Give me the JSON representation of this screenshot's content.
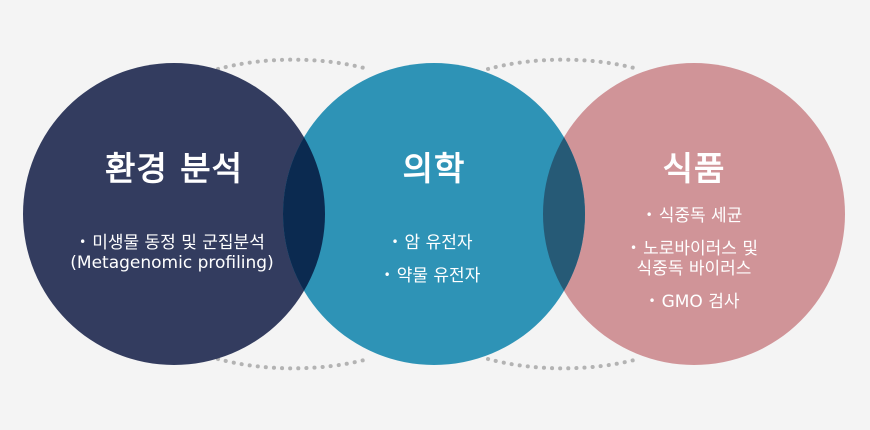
{
  "circles": [
    {
      "title": "환경 분석",
      "color": "#333c5f",
      "items": [
        {
          "lines": [
            "미생물 동정 및 군집분석",
            "(Metagenomic profiling)"
          ]
        }
      ]
    },
    {
      "title": "의학",
      "color": "#2e93b6",
      "items": [
        {
          "lines": [
            "암 유전자"
          ]
        },
        {
          "lines": [
            "약물 유전자"
          ]
        }
      ]
    },
    {
      "title": "식품",
      "color": "#d09498",
      "items": [
        {
          "lines": [
            "식중독 세균"
          ]
        },
        {
          "lines": [
            "노로바이러스 및",
            "식중독 바이러스"
          ]
        },
        {
          "lines": [
            "GMO 검사"
          ]
        }
      ]
    }
  ],
  "overlap_colors": {
    "left": "#0b2a50",
    "right": "#265a76"
  },
  "bullet_glyph": "•",
  "dotted_arc_color": "#b3b3b3"
}
